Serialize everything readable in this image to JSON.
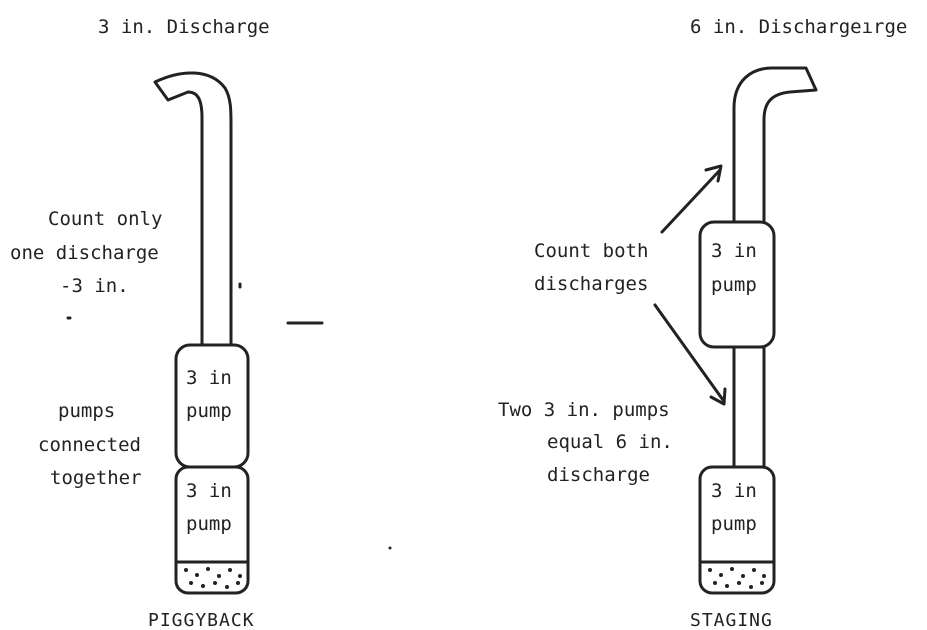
{
  "left": {
    "title": "3 in. Discharge",
    "note": [
      "Count only",
      "one discharge",
      "-3 in."
    ],
    "side_label": [
      "pumps",
      "connected",
      "together"
    ],
    "pump_upper": [
      "3 in",
      "pump"
    ],
    "pump_lower": [
      "3 in",
      "pump"
    ],
    "caption": "PIGGYBACK"
  },
  "right": {
    "title": "6 in. Dischargeırge",
    "note": [
      "Count both",
      "discharges"
    ],
    "note2": [
      "Two 3 in. pumps",
      "equal 6 in.",
      "discharge"
    ],
    "pump_upper": [
      "3 in",
      "pump"
    ],
    "pump_lower": [
      "3 in",
      "pump"
    ],
    "caption": "STAGING"
  },
  "colors": {
    "ink": "#222222",
    "paper": "#ffffff"
  }
}
